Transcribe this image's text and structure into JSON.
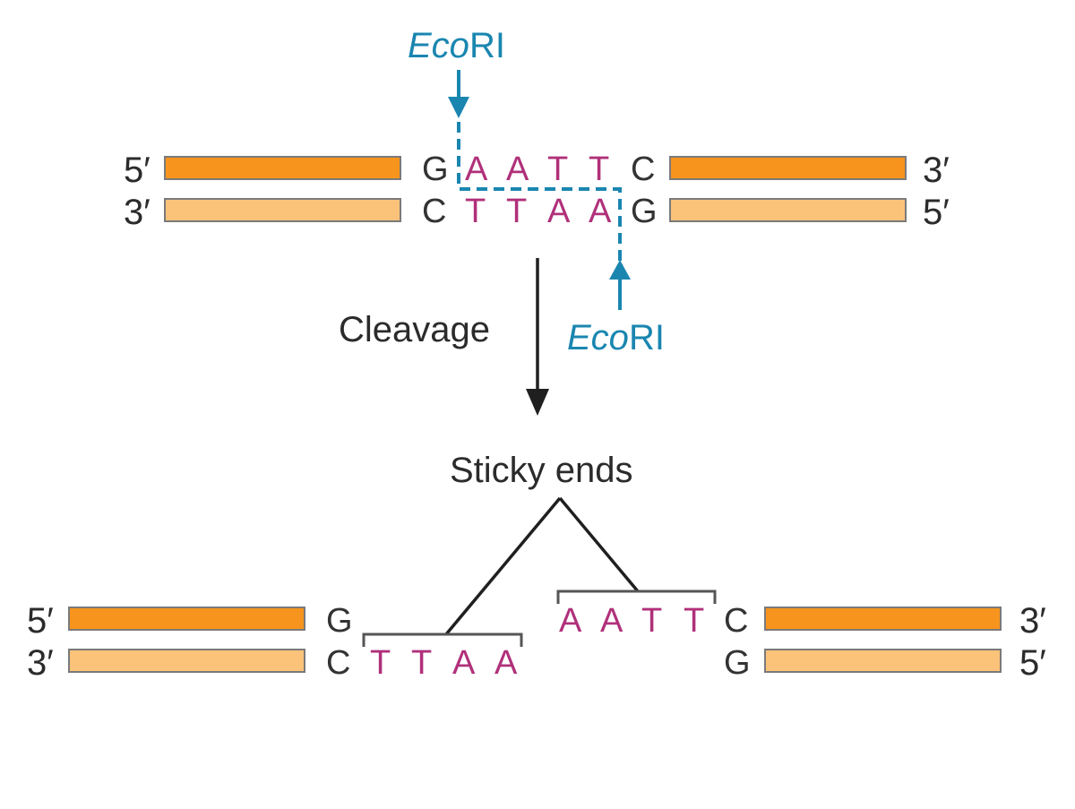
{
  "enzyme": {
    "italic": "Eco",
    "roman": "RI"
  },
  "top": {
    "top_strand": {
      "left_end": "5′",
      "right_end": "3′",
      "bases": [
        "G",
        "A",
        "A",
        "T",
        "T",
        "C"
      ]
    },
    "bottom_strand": {
      "left_end": "3′",
      "right_end": "5′",
      "bases": [
        "C",
        "T",
        "T",
        "A",
        "A",
        "G"
      ]
    }
  },
  "step_label": "Cleavage",
  "sticky_label": "Sticky ends",
  "bottom_left": {
    "top_strand": {
      "left_end": "5′",
      "bases": [
        "G"
      ]
    },
    "bottom_strand": {
      "left_end": "3′",
      "bases": [
        "C",
        "T",
        "T",
        "A",
        "A"
      ]
    }
  },
  "bottom_right": {
    "top_strand": {
      "right_end": "3′",
      "bases": [
        "A",
        "A",
        "T",
        "T",
        "C"
      ]
    },
    "bottom_strand": {
      "right_end": "5′",
      "bases": [
        "G"
      ]
    }
  },
  "colors": {
    "strand_dark": "#f7941d",
    "strand_light": "#fbc27a",
    "enzyme": "#1a86b0",
    "recognition_bases": "#b0307a"
  }
}
